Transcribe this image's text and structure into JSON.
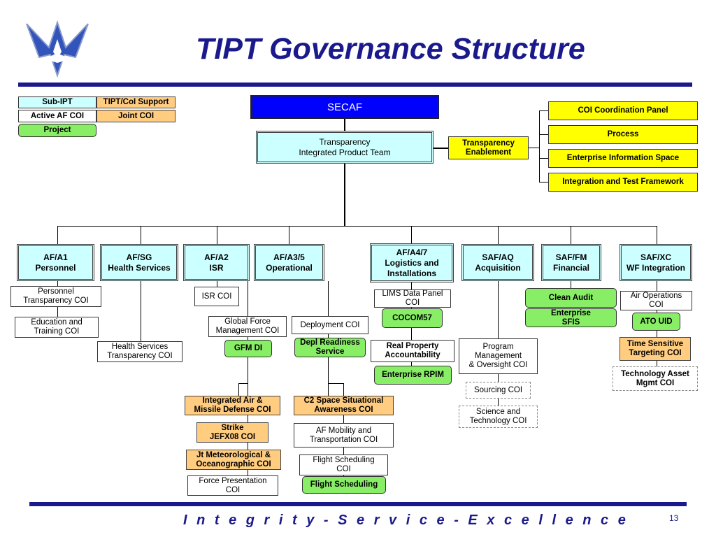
{
  "title": "TIPT Governance Structure",
  "footer": "I n t e g r i t y - S e r v i c e - E x c e l l e n c e",
  "page_number": "13",
  "legend": {
    "sub_ipt": "Sub-IPT",
    "tipt_coi_support": "TIPT/CoI Support",
    "active_af_coi": "Active AF COI",
    "joint_coi": "Joint COI",
    "project": "Project"
  },
  "top": {
    "secaf": "SECAF",
    "tipt_line1": "Transparency",
    "tipt_line2": "Integrated Product Team",
    "enablement_line1": "Transparency",
    "enablement_line2": "Enablement"
  },
  "support": [
    "COI Coordination Panel",
    "Process",
    "Enterprise Information Space",
    "Integration and Test Framework"
  ],
  "orgs": {
    "a1": [
      "AF/A1",
      "Personnel"
    ],
    "sg": [
      "AF/SG",
      "Health Services"
    ],
    "a2": [
      "AF/A2",
      "ISR"
    ],
    "a35": [
      "AF/A3/5",
      "Operational"
    ],
    "a47": [
      "AF/A4/7",
      "Logistics and",
      "Installations"
    ],
    "aq": [
      "SAF/AQ",
      "Acquisition"
    ],
    "fm": [
      "SAF/FM",
      "Financial"
    ],
    "xc": [
      "SAF/XC",
      "WF Integration"
    ]
  },
  "cois": {
    "personnel": [
      "Personnel",
      "Transparency COI"
    ],
    "education": [
      "Education and",
      "Training COI"
    ],
    "health": [
      "Health Services",
      "Transparency COI"
    ],
    "isr": "ISR COI",
    "global_force": [
      "Global Force",
      "Management COI"
    ],
    "gfm_di": "GFM DI",
    "deployment": "Deployment COI",
    "depl_readiness": [
      "Depl Readiness",
      "Service"
    ],
    "iamd": [
      "Integrated Air &",
      "Missile Defense COI"
    ],
    "strike": [
      "Strike",
      "JEFX08 COI"
    ],
    "jt_met": [
      "Jt Meteorological &",
      "Oceanographic COI"
    ],
    "force_pres": [
      "Force Presentation",
      "COI"
    ],
    "c2_space": [
      "C2 Space Situational",
      "Awareness COI"
    ],
    "af_mobility": [
      "AF Mobility and",
      "Transportation COI"
    ],
    "flight_sched_coi": [
      "Flight Scheduling",
      "COI"
    ],
    "flight_sched": "Flight Scheduling",
    "lims": [
      "LIMS Data Panel",
      "COI"
    ],
    "cocom57": "COCOM57",
    "real_property": [
      "Real Property",
      "Accountability"
    ],
    "enterprise_rpim": "Enterprise RPIM",
    "program_mgmt": [
      "Program",
      "Management",
      "& Oversight COI"
    ],
    "sourcing": "Sourcing COI",
    "science_tech": [
      "Science and",
      "Technology COI"
    ],
    "clean_audit": "Clean Audit",
    "ent_sfis": [
      "Enterprise",
      "SFIS"
    ],
    "air_ops": [
      "Air Operations",
      "COI"
    ],
    "ato_uid": "ATO UID",
    "time_sensitive": [
      "Time Sensitive",
      "Targeting COI"
    ],
    "tech_asset": [
      "Technology Asset",
      "Mgmt COI"
    ]
  },
  "colors": {
    "title_blue": "#1a1a8c",
    "secaf_blue": "#0000ff",
    "sub_ipt_cyan": "#ccffff",
    "support_orange": "#ffcc80",
    "project_green": "#88ee66",
    "panel_yellow": "#ffff00"
  }
}
